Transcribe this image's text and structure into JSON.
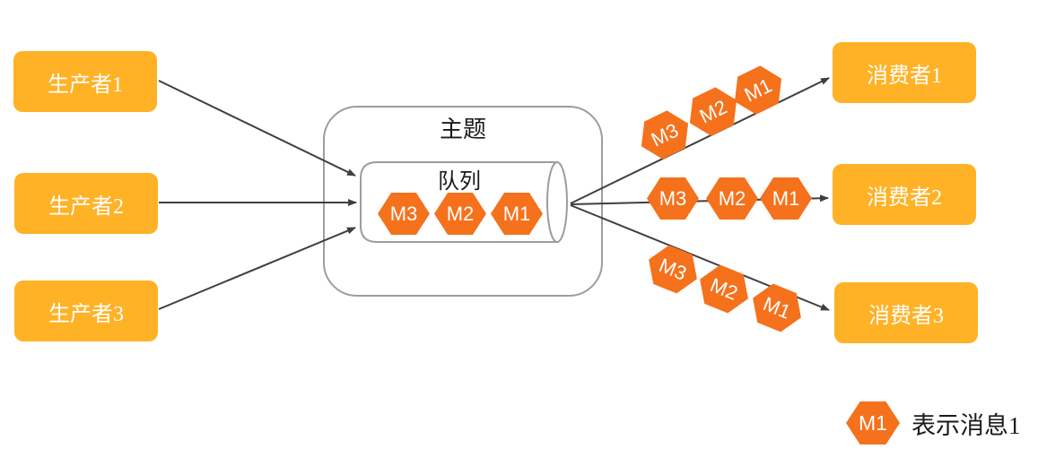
{
  "colors": {
    "background": "#FFFFFF",
    "node_fill": "#FFB226",
    "node_text": "#FFFFFF",
    "message_fill": "#F5711C",
    "message_text": "#FFFFFF",
    "outline": "#9D9D9D",
    "arrow": "#3F3F3F",
    "label": "#1A1A1A"
  },
  "producers": [
    {
      "label": "生产者1"
    },
    {
      "label": "生产者2"
    },
    {
      "label": "生产者3"
    }
  ],
  "consumers": [
    {
      "label": "消费者1"
    },
    {
      "label": "消费者2"
    },
    {
      "label": "消费者3"
    }
  ],
  "topic": {
    "label": "主题"
  },
  "queue": {
    "label": "队列",
    "messages": [
      "M3",
      "M2",
      "M1"
    ]
  },
  "flows": [
    {
      "messages": [
        "M3",
        "M2",
        "M1"
      ]
    },
    {
      "messages": [
        "M3",
        "M2",
        "M1"
      ]
    },
    {
      "messages": [
        "M3",
        "M2",
        "M1"
      ]
    }
  ],
  "legend": {
    "symbol": "M1",
    "text": "表示消息1"
  }
}
